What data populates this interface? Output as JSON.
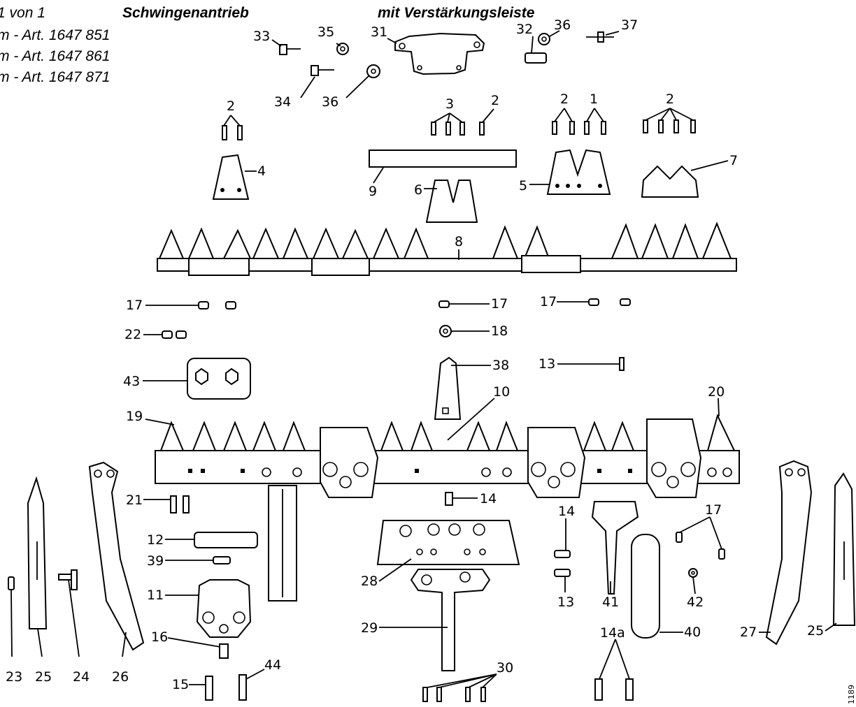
{
  "header": {
    "page": "1 von 1",
    "title": "Schwingenantrieb",
    "subtitle": "mit Verstärkungsleiste",
    "variants": [
      "m - Art. 1647 851",
      "m - Art. 1647 861",
      "m - Art. 1647 871"
    ]
  },
  "callouts": [
    {
      "label": "33"
    },
    {
      "label": "35"
    },
    {
      "label": "31"
    },
    {
      "label": "32"
    },
    {
      "label": "36"
    },
    {
      "label": "37"
    },
    {
      "label": "34"
    },
    {
      "label": "36"
    },
    {
      "label": "2"
    },
    {
      "label": "3"
    },
    {
      "label": "2"
    },
    {
      "label": "2"
    },
    {
      "label": "1"
    },
    {
      "label": "2"
    },
    {
      "label": "4"
    },
    {
      "label": "9"
    },
    {
      "label": "6"
    },
    {
      "label": "5"
    },
    {
      "label": "7"
    },
    {
      "label": "8"
    },
    {
      "label": "17"
    },
    {
      "label": "17"
    },
    {
      "label": "17"
    },
    {
      "label": "22"
    },
    {
      "label": "18"
    },
    {
      "label": "43"
    },
    {
      "label": "13"
    },
    {
      "label": "38"
    },
    {
      "label": "10"
    },
    {
      "label": "19"
    },
    {
      "label": "20"
    },
    {
      "label": "21"
    },
    {
      "label": "14"
    },
    {
      "label": "12"
    },
    {
      "label": "39"
    },
    {
      "label": "11"
    },
    {
      "label": "16"
    },
    {
      "label": "15"
    },
    {
      "label": "44"
    },
    {
      "label": "28"
    },
    {
      "label": "29"
    },
    {
      "label": "30"
    },
    {
      "label": "14"
    },
    {
      "label": "13"
    },
    {
      "label": "41"
    },
    {
      "label": "40"
    },
    {
      "label": "14a"
    },
    {
      "label": "17"
    },
    {
      "label": "42"
    },
    {
      "label": "27"
    },
    {
      "label": "25"
    },
    {
      "label": "23"
    },
    {
      "label": "25"
    },
    {
      "label": "24"
    },
    {
      "label": "26"
    }
  ],
  "image_id": "1189"
}
